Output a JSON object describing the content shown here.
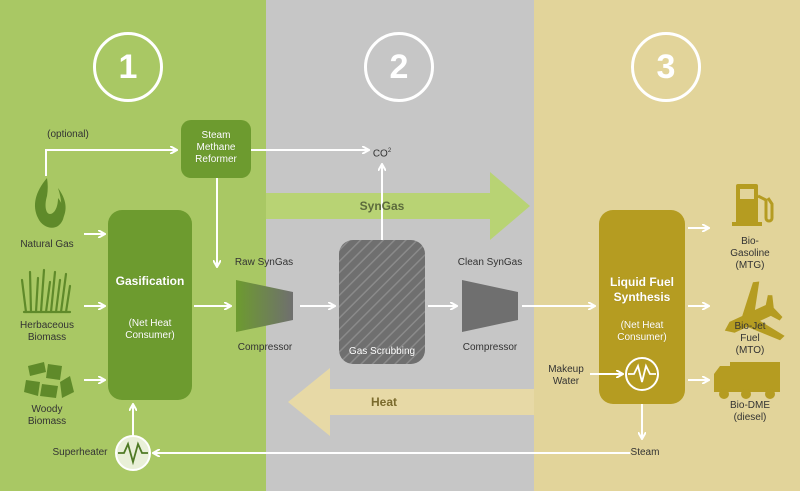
{
  "colors": {
    "stage1_panel": "#a9c864",
    "stage2_panel": "#c6c6c6",
    "stage3_panel": "#e2d49a",
    "stage1_block": "#6d9b2f",
    "stage2_block": "#6f6f6f",
    "stage3_block": "#b59c21",
    "syngas_arrow": "#b8d374",
    "heat_arrow": "#e7d9a6"
  },
  "stages": [
    {
      "number": "1"
    },
    {
      "number": "2"
    },
    {
      "number": "3"
    }
  ],
  "feedstocks": {
    "optional": "(optional)",
    "natural_gas": "Natural Gas",
    "herbaceous": "Herbaceous\nBiomass",
    "woody": "Woody\nBiomass"
  },
  "stage1": {
    "reformer": "Steam\nMethane\nReformer",
    "gasification": "Gasification",
    "gasification_note": "(Net Heat\nConsumer)",
    "superheater": "Superheater"
  },
  "stage2": {
    "raw_syngas": "Raw SynGas",
    "compressor_1": "Compressor",
    "gas_scrubbing": "Gas Scrubbing",
    "clean_syngas": "Clean SynGas",
    "compressor_2": "Compressor",
    "co2": "CO",
    "co2_sup": "2"
  },
  "flows": {
    "syngas": "SynGas",
    "heat": "Heat"
  },
  "stage3": {
    "synthesis": "Liquid Fuel\nSynthesis",
    "synthesis_note": "(Net Heat\nConsumer)",
    "makeup_water": "Makeup\nWater",
    "steam": "Steam"
  },
  "outputs": {
    "gasoline": "Bio-Gasoline\n(MTG)",
    "jet_fuel": "Bio-Jet Fuel\n(MTO)",
    "dme": "Bio-DME\n(diesel)"
  }
}
